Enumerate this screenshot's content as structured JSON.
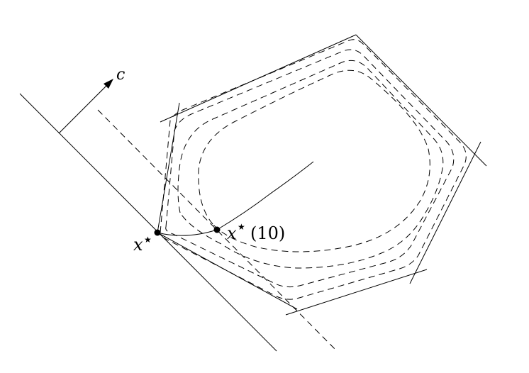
{
  "labels": {
    "c_vector": "c",
    "optimum_var": "x",
    "optimum_star": "★",
    "central_point_var": "x",
    "central_point_star": "★",
    "central_point_arg": "(10)"
  },
  "colors": {
    "stroke": "#000000",
    "background": "#ffffff"
  }
}
